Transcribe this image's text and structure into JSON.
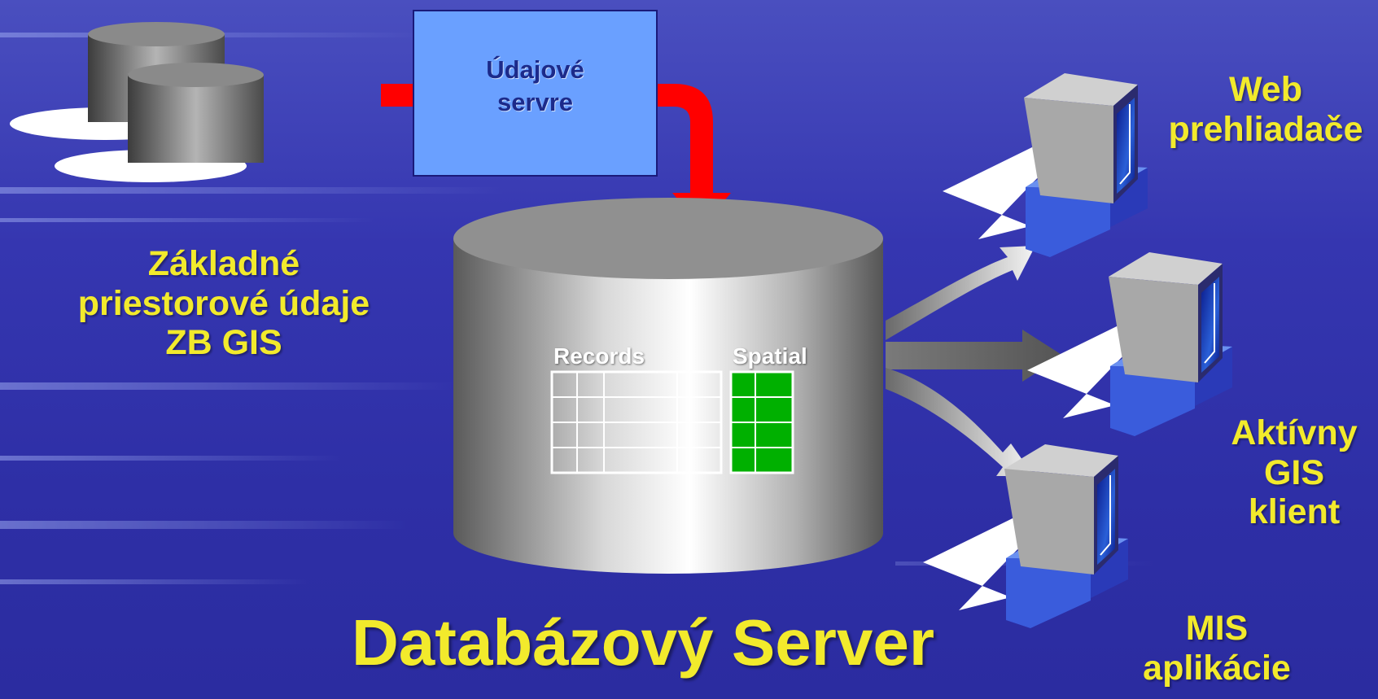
{
  "labels": {
    "basic_data": [
      "Základné",
      "priestorové údaje",
      "ZB GIS"
    ],
    "data_servers": "Údajové servre",
    "web_browsers": [
      "Web",
      "prehliadače"
    ],
    "active_gis": [
      "Aktívny",
      "GIS",
      "klient"
    ],
    "mis_apps": [
      "MIS",
      "aplikácie"
    ],
    "database_server": "Databázový Server",
    "records": "Records",
    "spatial": "Spatial"
  },
  "colors": {
    "label_yellow": "#f2ea2c",
    "background": "#3536b0",
    "server_box": "#6aa0ff",
    "connector_red": "#ff0000",
    "spatial_green": "#00b000",
    "monitor_blue": "#1a3fb0"
  }
}
